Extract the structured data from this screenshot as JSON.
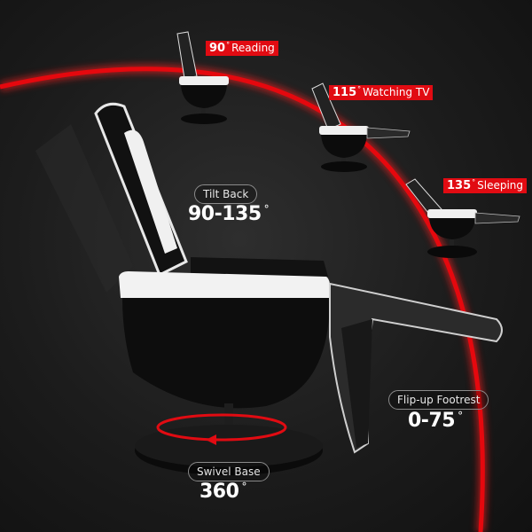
{
  "positions": [
    {
      "angle": "90",
      "label": "Reading"
    },
    {
      "angle": "115",
      "label": "Watching TV"
    },
    {
      "angle": "135",
      "label": "Sleeping"
    }
  ],
  "features": {
    "tilt": {
      "label": "Tilt Back",
      "value": "90-135"
    },
    "footrest": {
      "label": "Flip-up Footrest",
      "value": "0-75"
    },
    "swivel": {
      "label": "Swivel Base",
      "value": "360"
    }
  },
  "degree_symbol": "°",
  "colors": {
    "accent": "#e10b12",
    "background": "#1c1c1c",
    "chair_white": "#f2f2f2",
    "chair_black": "#0c0c0c"
  }
}
